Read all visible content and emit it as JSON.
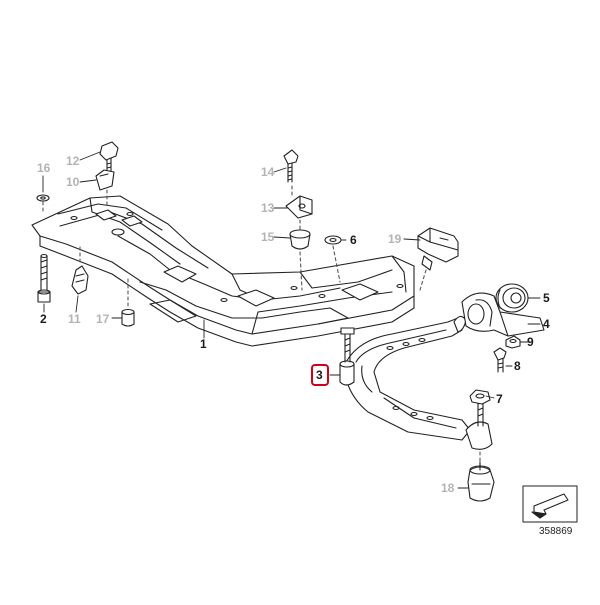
{
  "diagram": {
    "highlight_color": "#d0021b",
    "callouts": {
      "c1": "1",
      "c2": "2",
      "c3": "3",
      "c4": "4",
      "c5": "5",
      "c6": "6",
      "c7": "7",
      "c8": "8",
      "c9": "9",
      "c10": "10",
      "c11": "11",
      "c12": "12",
      "c13": "13",
      "c14": "14",
      "c15": "15",
      "c16": "16",
      "c17": "17",
      "c18": "18",
      "c19": "19"
    },
    "highlighted_callout": "3",
    "diagram_code": "358869",
    "icons": {
      "orientation": "direction-arrow-icon"
    }
  }
}
